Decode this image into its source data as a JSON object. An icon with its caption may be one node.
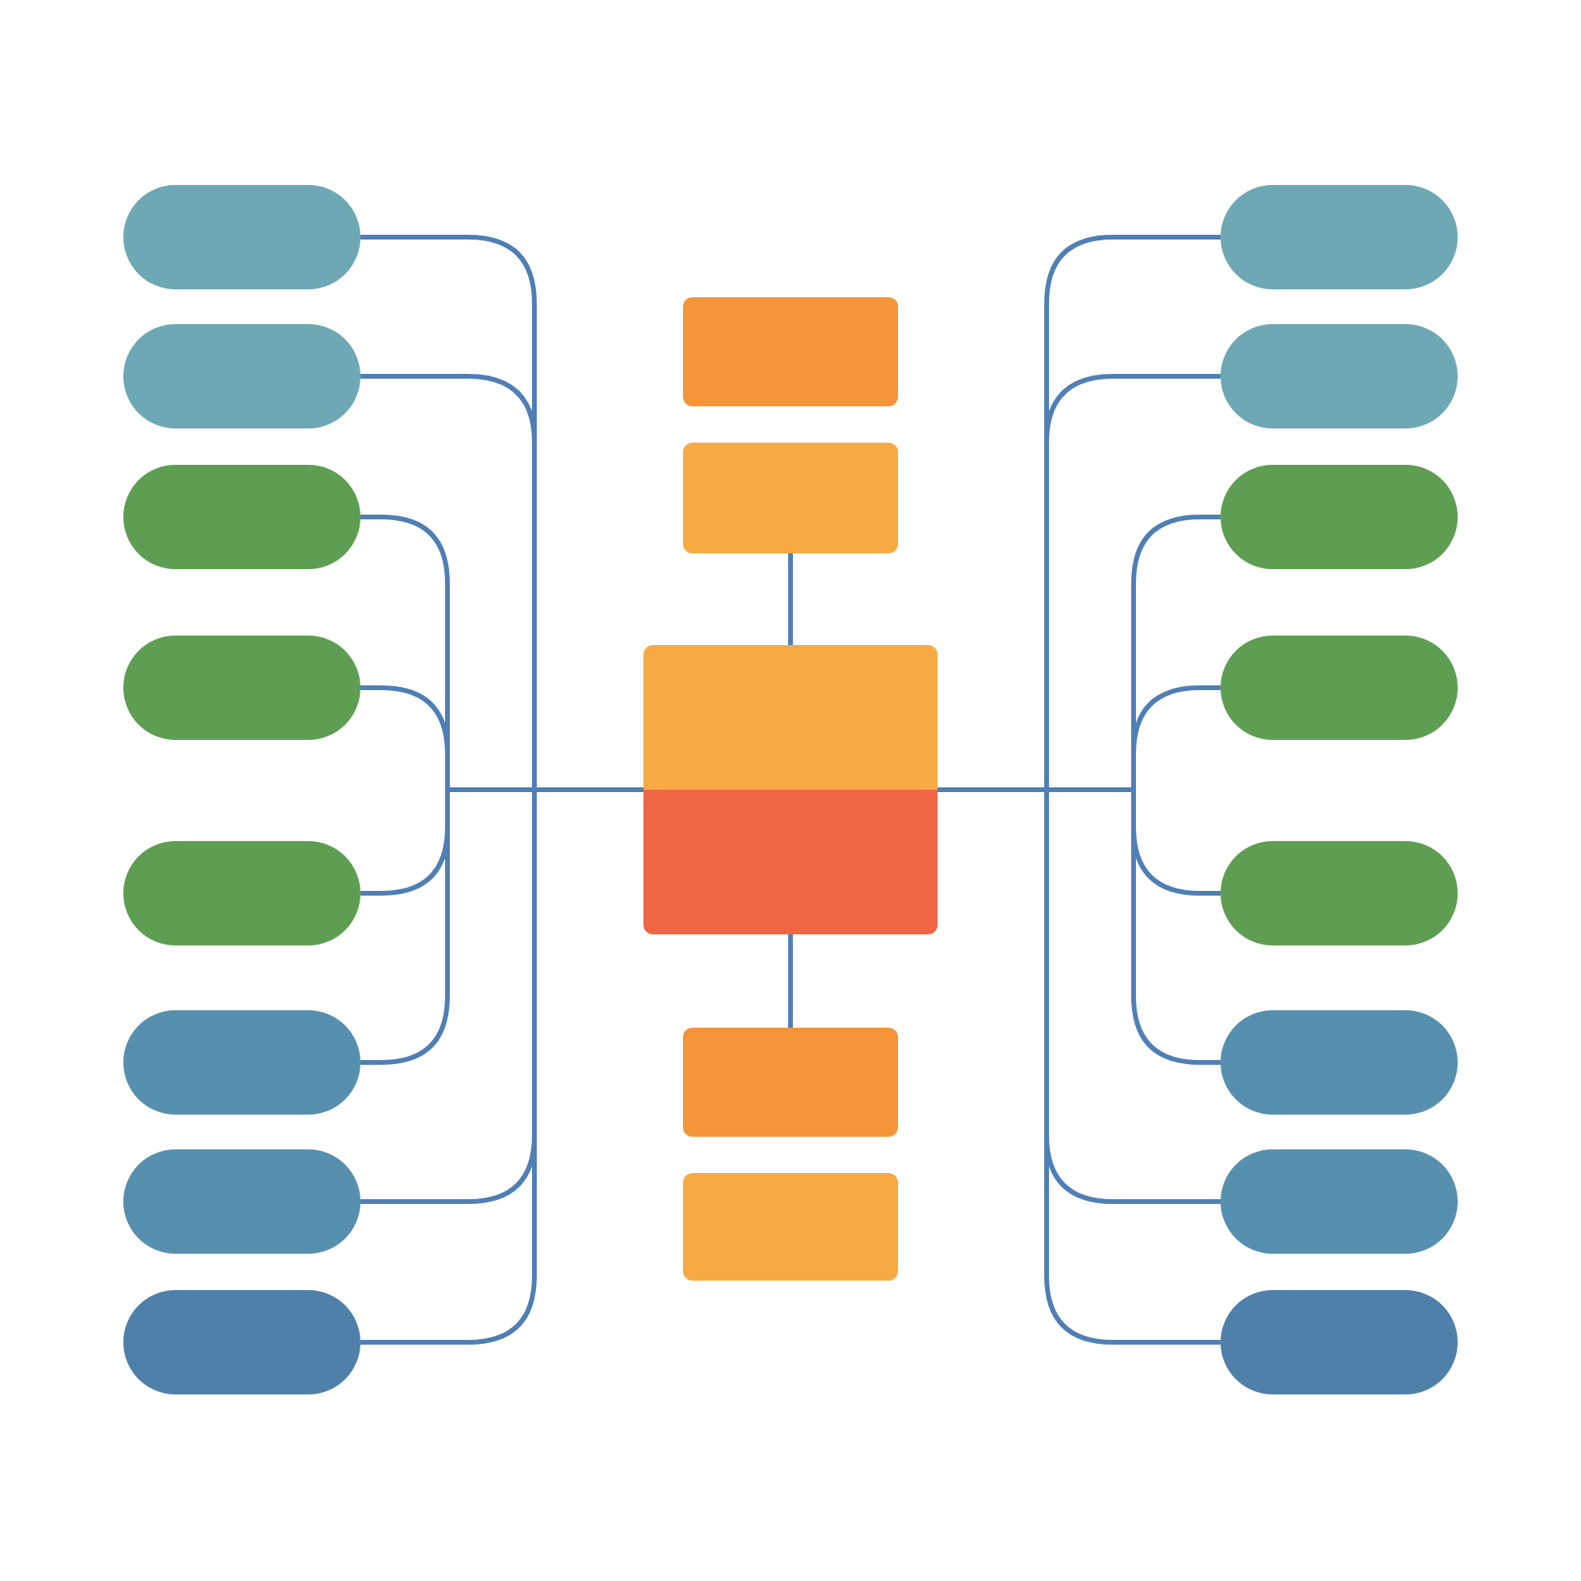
{
  "diagram": {
    "nodes": [
      {
        "text": [],
        "shape": "pill"
      },
      {
        "text": [],
        "shape": "pill"
      },
      {
        "text": [],
        "shape": "pill"
      },
      {
        "text": [],
        "shape": "pill"
      },
      {
        "text": [],
        "shape": "pill"
      },
      {
        "text": [],
        "shape": "pill"
      },
      {
        "text": [],
        "shape": "pill"
      },
      {
        "text": [],
        "shape": "pill"
      },
      {
        "text": [],
        "shape": "box"
      },
      {
        "text": [],
        "shape": "box"
      },
      {
        "text": [],
        "shape": "box"
      },
      {
        "text": [],
        "shape": "box"
      },
      {
        "text": [],
        "shape": "box"
      },
      {
        "text": [],
        "shape": "pill"
      },
      {
        "text": [],
        "shape": "pill"
      },
      {
        "text": [],
        "shape": "pill"
      },
      {
        "text": [],
        "shape": "pill"
      },
      {
        "text": [],
        "shape": "pill"
      },
      {
        "text": [],
        "shape": "pill"
      },
      {
        "text": [],
        "shape": "pill"
      },
      {
        "text": [],
        "shape": "pill"
      }
    ],
    "edges": [
      {
        "from": 10,
        "to": 9,
        "arrow": "none"
      },
      {
        "from": 10,
        "to": 11,
        "arrow": "none"
      },
      {
        "from": 10,
        "to": 0,
        "arrow": "none"
      },
      {
        "from": 10,
        "to": 1,
        "arrow": "none"
      },
      {
        "from": 10,
        "to": 2,
        "arrow": "none"
      },
      {
        "from": 10,
        "to": 3,
        "arrow": "none"
      },
      {
        "from": 10,
        "to": 4,
        "arrow": "none"
      },
      {
        "from": 10,
        "to": 5,
        "arrow": "none"
      },
      {
        "from": 10,
        "to": 6,
        "arrow": "none"
      },
      {
        "from": 10,
        "to": 7,
        "arrow": "none"
      },
      {
        "from": 10,
        "to": 13,
        "arrow": "none"
      },
      {
        "from": 10,
        "to": 14,
        "arrow": "none"
      },
      {
        "from": 10,
        "to": 15,
        "arrow": "none"
      },
      {
        "from": 10,
        "to": 16,
        "arrow": "none"
      },
      {
        "from": 10,
        "to": 17,
        "arrow": "none"
      },
      {
        "from": 10,
        "to": 18,
        "arrow": "none"
      },
      {
        "from": 10,
        "to": 19,
        "arrow": "none"
      },
      {
        "from": 10,
        "to": 20,
        "arrow": "none"
      }
    ]
  }
}
